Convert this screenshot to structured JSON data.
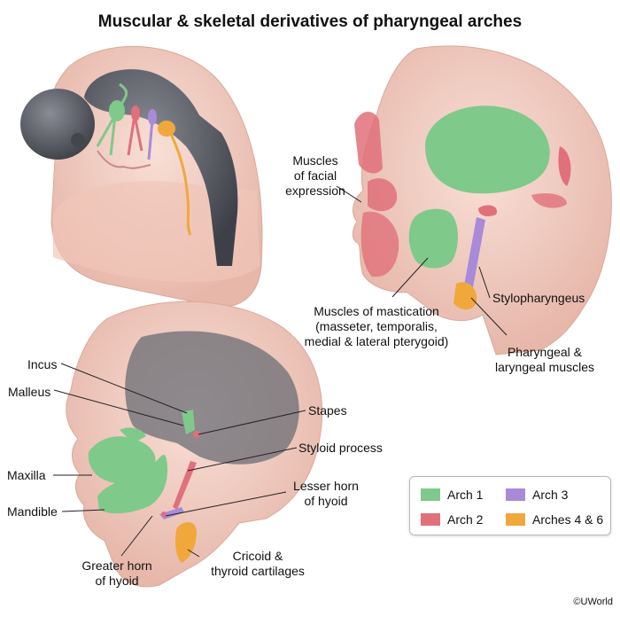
{
  "title": "Muscular & skeletal derivatives of pharyngeal arches",
  "labels": {
    "facial_line1": "Muscles",
    "facial_line2": "of facial",
    "facial_line3": "expression",
    "mastication_line1": "Muscles of mastication",
    "mastication_line2": "(masseter, temporalis,",
    "mastication_line3": "medial & lateral pterygoid)",
    "stylopharyngeus": "Stylopharyngeus",
    "pharyngeal_line1": "Pharyngeal &",
    "pharyngeal_line2": "laryngeal muscles",
    "incus": "Incus",
    "malleus": "Malleus",
    "stapes": "Stapes",
    "styloid": "Styloid process",
    "lesser_line1": "Lesser horn",
    "lesser_line2": "of hyoid",
    "maxilla": "Maxilla",
    "mandible": "Mandible",
    "greater_line1": "Greater horn",
    "greater_line2": "of hyoid",
    "cricoid_line1": "Cricoid &",
    "cricoid_line2": "thyroid cartilages"
  },
  "legend": [
    {
      "label": "Arch 1",
      "color": "#7fc98a"
    },
    {
      "label": "Arch 3",
      "color": "#a98ad8"
    },
    {
      "label": "Arch 2",
      "color": "#e0707a"
    },
    {
      "label": "Arches 4 & 6",
      "color": "#f0a83c"
    }
  ],
  "colors": {
    "arch1": "#7fc98a",
    "arch2": "#e0707a",
    "arch3": "#a98ad8",
    "arch46": "#f0a83c",
    "skin": "#f5d3c8",
    "skin_dark": "#e9b8ab",
    "brain": "#5b5d66"
  },
  "copyright": "©UWorld"
}
